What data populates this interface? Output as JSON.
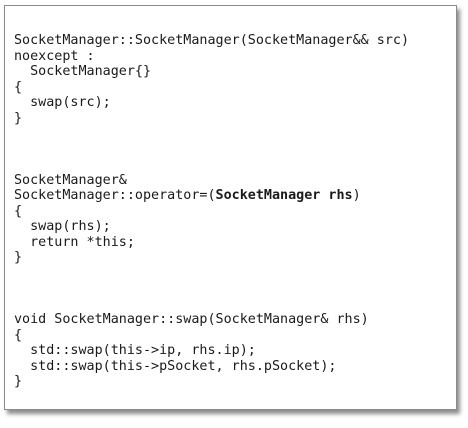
{
  "code_block": {
    "lines": [
      {
        "segments": [
          {
            "text": "SocketManager::SocketManager(SocketManager&& src)",
            "bold": false
          }
        ]
      },
      {
        "segments": [
          {
            "text": "noexcept :",
            "bold": false
          }
        ]
      },
      {
        "segments": [
          {
            "text": "  SocketManager{}",
            "bold": false
          }
        ]
      },
      {
        "segments": [
          {
            "text": "{",
            "bold": false
          }
        ]
      },
      {
        "segments": [
          {
            "text": "  swap(src);",
            "bold": false
          }
        ]
      },
      {
        "segments": [
          {
            "text": "}",
            "bold": false
          }
        ]
      },
      {
        "segments": [
          {
            "text": "",
            "bold": false
          }
        ]
      },
      {
        "segments": [
          {
            "text": "",
            "bold": false
          }
        ]
      },
      {
        "segments": [
          {
            "text": "",
            "bold": false
          }
        ]
      },
      {
        "segments": [
          {
            "text": "SocketManager&",
            "bold": false
          }
        ]
      },
      {
        "segments": [
          {
            "text": "SocketManager::operator=(",
            "bold": false
          },
          {
            "text": "SocketManager rhs",
            "bold": true
          },
          {
            "text": ")",
            "bold": false
          }
        ]
      },
      {
        "segments": [
          {
            "text": "{",
            "bold": false
          }
        ]
      },
      {
        "segments": [
          {
            "text": "  swap(rhs);",
            "bold": false
          }
        ]
      },
      {
        "segments": [
          {
            "text": "  return *this;",
            "bold": false
          }
        ]
      },
      {
        "segments": [
          {
            "text": "}",
            "bold": false
          }
        ]
      },
      {
        "segments": [
          {
            "text": "",
            "bold": false
          }
        ]
      },
      {
        "segments": [
          {
            "text": "",
            "bold": false
          }
        ]
      },
      {
        "segments": [
          {
            "text": "",
            "bold": false
          }
        ]
      },
      {
        "segments": [
          {
            "text": "void SocketManager::swap(SocketManager& rhs)",
            "bold": false
          }
        ]
      },
      {
        "segments": [
          {
            "text": "{",
            "bold": false
          }
        ]
      },
      {
        "segments": [
          {
            "text": "  std::swap(this->ip, rhs.ip);",
            "bold": false
          }
        ]
      },
      {
        "segments": [
          {
            "text": "  std::swap(this->pSocket, rhs.pSocket);",
            "bold": false
          }
        ]
      },
      {
        "segments": [
          {
            "text": "}",
            "bold": false
          }
        ]
      }
    ]
  }
}
